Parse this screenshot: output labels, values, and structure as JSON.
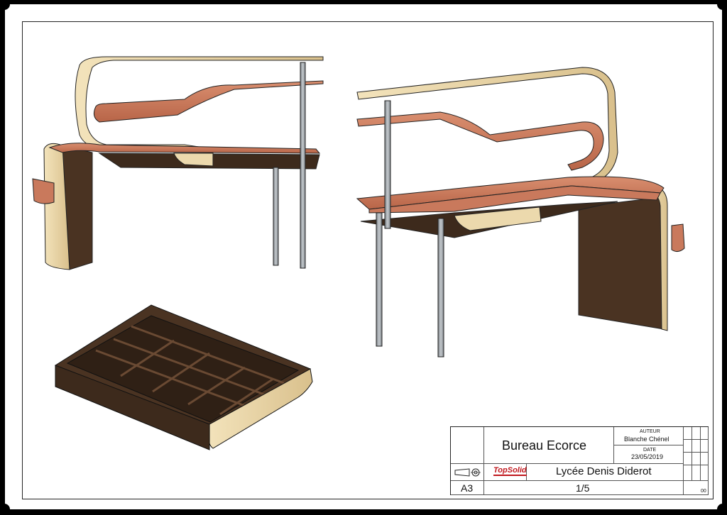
{
  "title_block": {
    "project_title": "Bureau Ecorce",
    "author_label": "AUTEUR",
    "author_name": "Blanche Chénel",
    "date_label": "DATE",
    "date_value": "23/05/2019",
    "software_logo": "TopSolid",
    "school": "Lycée Denis Diderot",
    "format": "A3",
    "sheet": "1/5",
    "revision": "00",
    "projection_icon": "first-angle-projection-icon"
  },
  "colors": {
    "copper": "#c9795c",
    "copper_dark": "#8e4a35",
    "wood_light": "#ecd9ad",
    "wood_dark": "#4a3322",
    "steel": "#9aa0a6"
  }
}
